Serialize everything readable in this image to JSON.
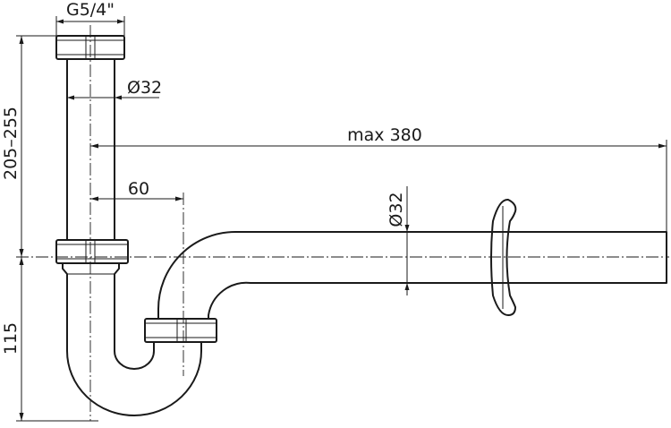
{
  "diagram": {
    "labels": {
      "thread": "G5/4\"",
      "diameter_vertical": "Ø32",
      "max_length": "max 380",
      "offset": "60",
      "diameter_horizontal": "Ø32",
      "height_range": "205–255",
      "height_lower": "115"
    },
    "colors": {
      "line": "#1a1a1a",
      "background": "#ffffff"
    }
  }
}
